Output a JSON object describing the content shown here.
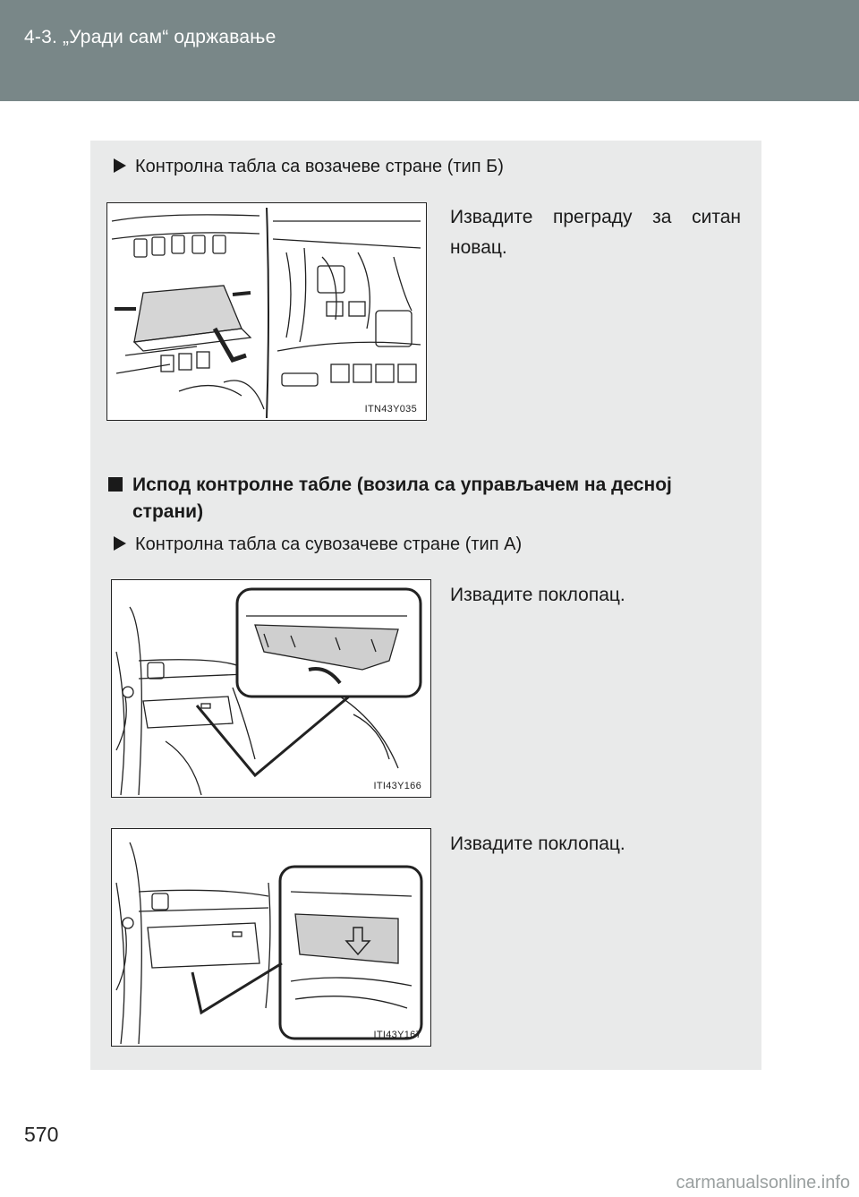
{
  "header": {
    "title": "4-3.  „Уради сам“ одржавање"
  },
  "blocks": {
    "b1": {
      "bullet": "Контролна табла са возачеве стране (тип Б)",
      "note": "Извадите преграду за ситан новац.",
      "figure_code": "ITN43Y035"
    },
    "section": {
      "title": "Испод контролне табле (возила са управљачем на десној страни)"
    },
    "b2": {
      "bullet": "Контролна табла са сувозачеве стране (тип А)",
      "note": "Извадите поклопац.",
      "figure_code": "ITI43Y166"
    },
    "b3": {
      "note": "Извадите поклопац.",
      "figure_code": "ITI43Y167"
    }
  },
  "footer": {
    "page_number": "570",
    "watermark": "carmanualsonline.info"
  }
}
